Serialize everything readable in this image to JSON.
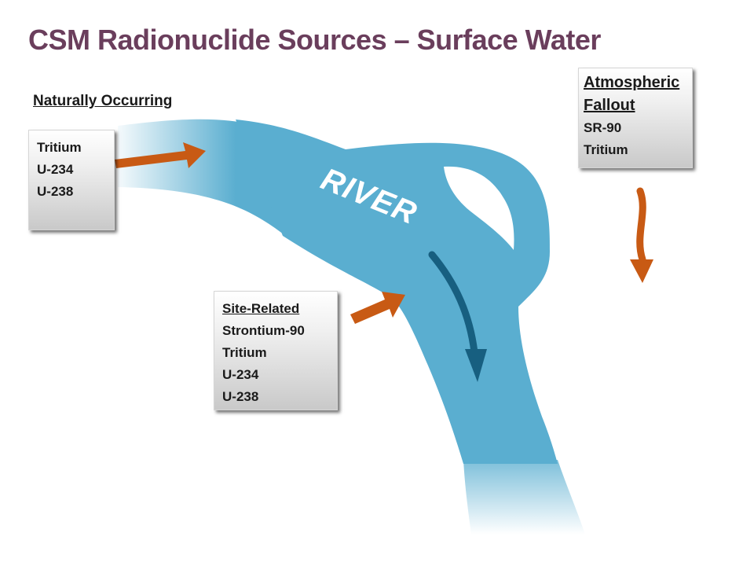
{
  "title": "CSM Radionuclide Sources – Surface Water",
  "naturally_occurring": {
    "heading": "Naturally Occurring",
    "items": [
      "Tritium",
      "U-234",
      "U-238"
    ]
  },
  "site_related": {
    "heading": "Site-Related",
    "items": [
      "Strontium-90",
      "Tritium",
      "U-234",
      "U-238"
    ]
  },
  "atmospheric_fallout": {
    "heading_lines": [
      "Atmospheric",
      "Fallout"
    ],
    "items": [
      "SR-90",
      "Tritium"
    ]
  },
  "river_label": "RIVER",
  "colors": {
    "title": "#6a3e5c",
    "river": "#5aaed0",
    "river_arrow": "#175f80",
    "source_arrow": "#c85a14",
    "box_shadow": "#8c8c8c"
  }
}
